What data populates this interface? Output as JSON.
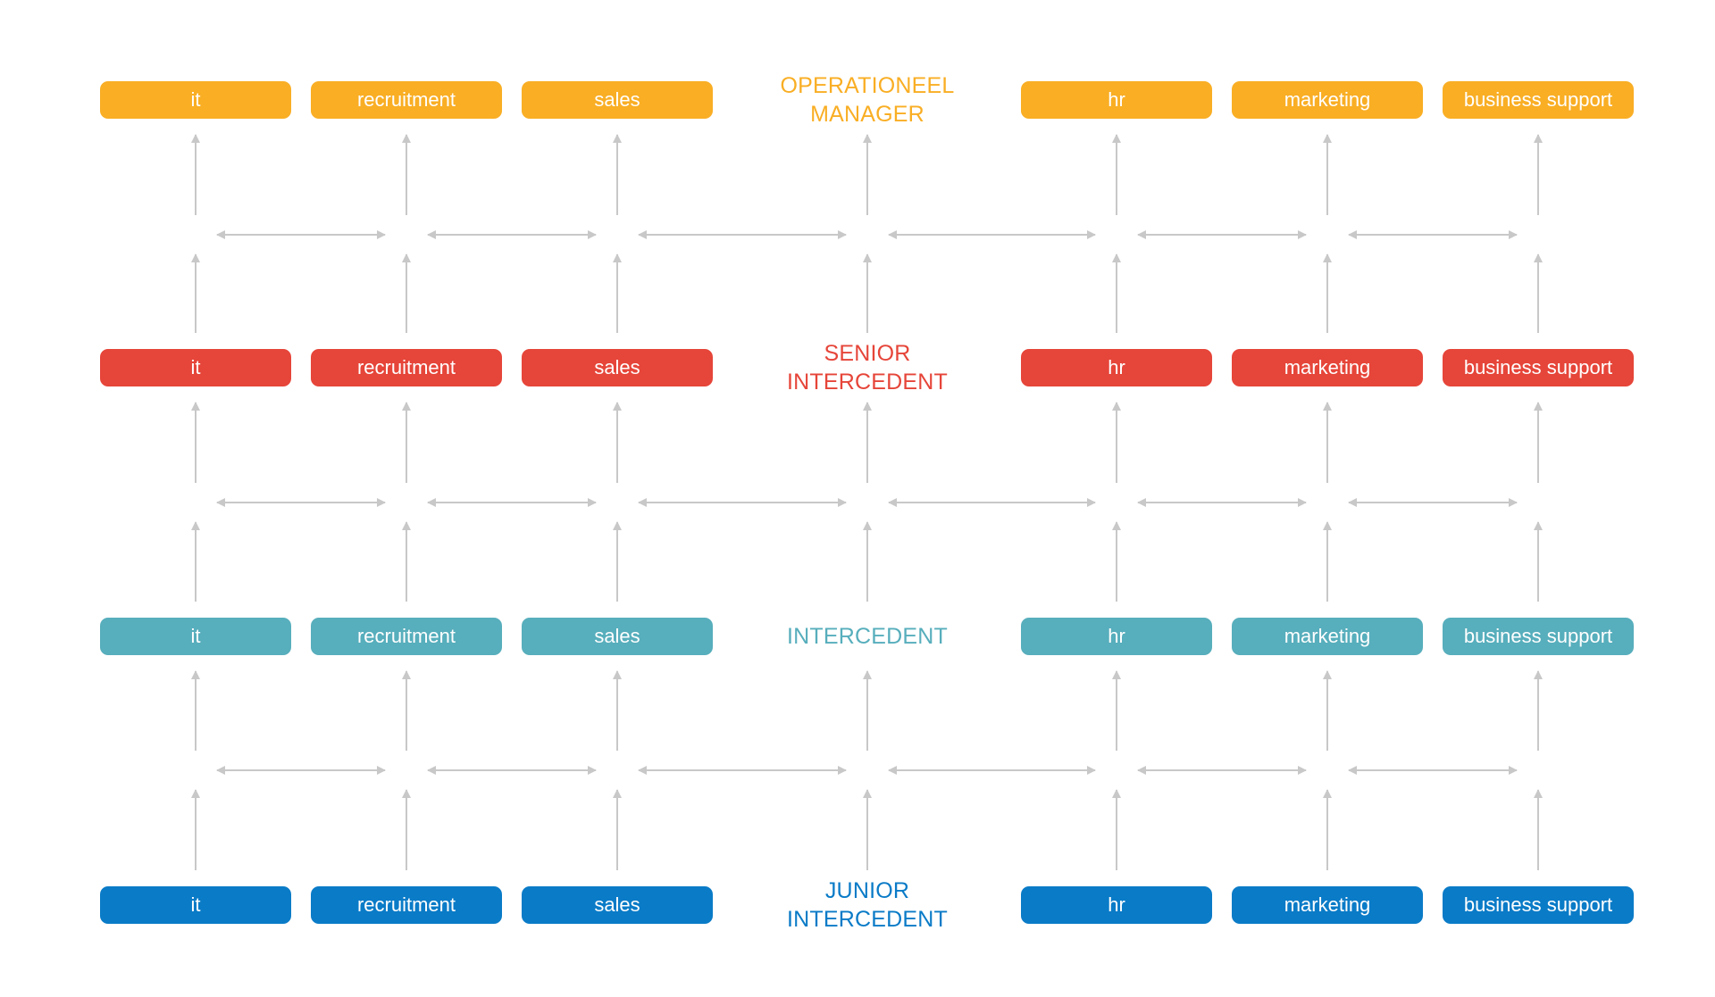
{
  "levels": [
    {
      "id": "operationeel-manager",
      "title_lines": [
        "OPERATIONEEL",
        "MANAGER"
      ],
      "color": "#F9AE24",
      "departments": [
        "it",
        "recruitment",
        "sales",
        "hr",
        "marketing",
        "business support"
      ]
    },
    {
      "id": "senior-intercedent",
      "title_lines": [
        "SENIOR",
        "INTERCEDENT"
      ],
      "color": "#E64539",
      "departments": [
        "it",
        "recruitment",
        "sales",
        "hr",
        "marketing",
        "business support"
      ]
    },
    {
      "id": "intercedent",
      "title_lines": [
        "INTERCEDENT"
      ],
      "color": "#57AEBC",
      "departments": [
        "it",
        "recruitment",
        "sales",
        "hr",
        "marketing",
        "business support"
      ]
    },
    {
      "id": "junior-intercedent",
      "title_lines": [
        "JUNIOR",
        "INTERCEDENT"
      ],
      "color": "#0A7BC7",
      "departments": [
        "it",
        "recruitment",
        "sales",
        "hr",
        "marketing",
        "business support"
      ]
    }
  ],
  "arrow_color": "#C8C8C8"
}
